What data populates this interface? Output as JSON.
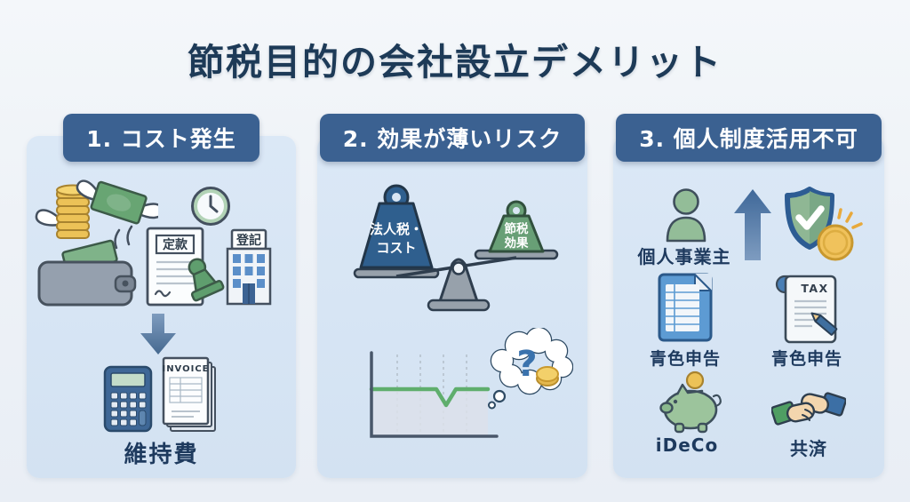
{
  "title": "節税目的の会社設立デメリット",
  "colors": {
    "background": "#eef2f7",
    "panel": "#d8e5f3",
    "badge": "#3b6191",
    "heading_text": "#1d3a57",
    "accent_blue": "#2f5f8e",
    "accent_green": "#689f76",
    "accent_gold": "#ecc257"
  },
  "panel1": {
    "header": "1. コスト発生",
    "doc_label": "定款",
    "building_label": "登記",
    "invoice_label": "INVOICE",
    "caption": "維持費"
  },
  "panel2": {
    "header": "2. 効果が薄いリスク",
    "weight_left_line1": "法人税・",
    "weight_left_line2": "コスト",
    "weight_right_line1": "節税",
    "weight_right_line2": "効果",
    "question_mark": "?"
  },
  "panel3": {
    "header": "3. 個人制度活用不可",
    "person_label": "個人事業主",
    "blue_return_label_left": "青色申告",
    "tax_doc_text": "TAX",
    "blue_return_label_right": "青色申告",
    "ideco_label": "iDeCo",
    "kyosai_label": "共済"
  }
}
